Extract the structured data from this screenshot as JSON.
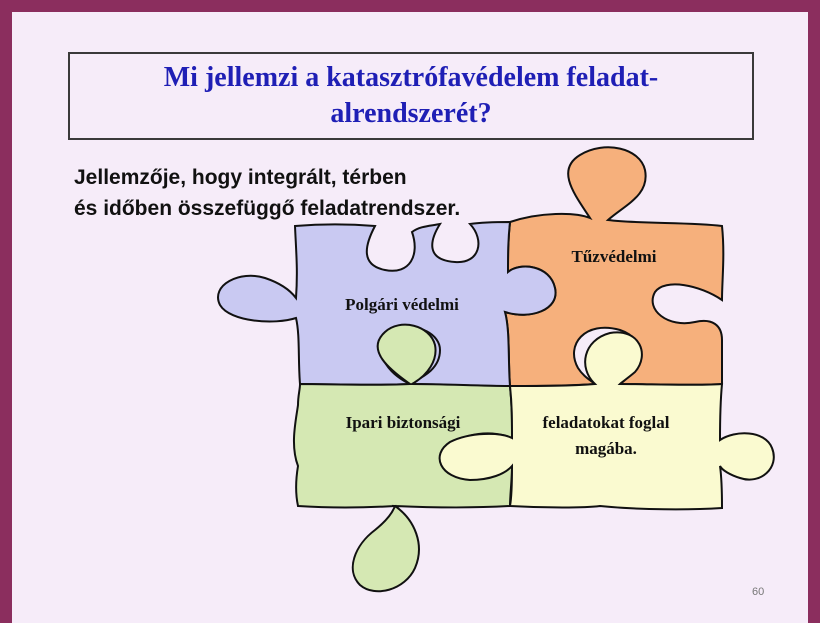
{
  "title_line1": "Mi jellemzi a katasztrófavédelem feladat-",
  "title_line2": "alrendszerét?",
  "subtitle_line1": "Jellemzője, hogy integrált,  térben",
  "subtitle_line2": "és időben összefüggő feladatrendszer.",
  "pieces": {
    "polgari": {
      "label": "Polgári védelmi",
      "color": "#c9c9f2"
    },
    "tuz": {
      "label": "Tűzvédelmi",
      "color": "#f6b07c"
    },
    "ipari": {
      "label": "Ipari biztonsági",
      "color": "#d5e8b3"
    },
    "feladat_line1": "feladatokat foglal",
    "feladat_line2": "magába.",
    "feladat_color": "#fafad0"
  },
  "page_number": "60",
  "colors": {
    "background": "#f6ecf9",
    "frame": "#8b2e5e",
    "title": "#1f1fb5"
  }
}
